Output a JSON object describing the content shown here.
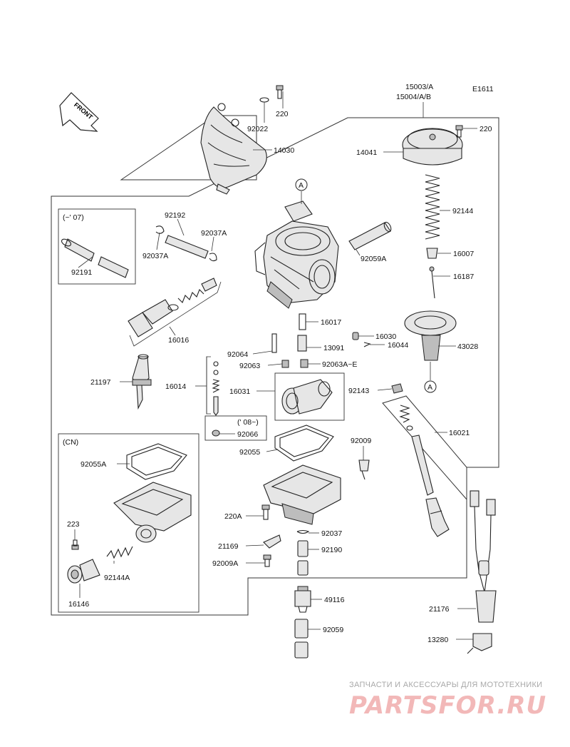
{
  "diagram_code": "E1611",
  "front_label": "FRONT",
  "header_labels": [
    "15003/A",
    "15004/A/B"
  ],
  "callouts": {
    "a_top": "A",
    "a_bottom": "A"
  },
  "part_labels": {
    "p220_top": "220",
    "p92022": "92022",
    "p14030": "14030",
    "p220_cap": "220",
    "p14041": "14041",
    "p92144": "92144",
    "p16007": "16007",
    "p16187": "16187",
    "p16030": "16030",
    "p16044": "16044",
    "p43028": "43028",
    "p92192": "92192",
    "p92037A_r": "92037A",
    "p92037A_l": "92037A",
    "p92059A": "92059A",
    "p92191": "92191",
    "p16016": "16016",
    "p16017": "16017",
    "p92064": "92064",
    "p13091": "13091",
    "p92063": "92063",
    "p92063AE": "92063A~E",
    "p21197": "21197",
    "p16014": "16014",
    "p16031": "16031",
    "p92143": "92143",
    "p16021": "16021",
    "p92066": "92066",
    "p92055": "92055",
    "p92009_r": "92009",
    "p92055A": "92055A",
    "p223": "223",
    "p92144A": "92144A",
    "p16146": "16146",
    "p220A": "220A",
    "p21169": "21169",
    "p92037": "92037",
    "p92190": "92190",
    "p92009A": "92009A",
    "p49116": "49116",
    "p92059": "92059",
    "p21176": "21176",
    "p13280": "13280"
  },
  "notes": {
    "up_to_07": "(~' 07)",
    "from_08": "(' 08~)",
    "cn": "(CN)"
  },
  "watermark": {
    "title": "ЗАПЧАСТИ И АКСЕССУАРЫ ДЛЯ МОТОТЕХНИКИ",
    "logo": "PARTSFOR.RU"
  }
}
